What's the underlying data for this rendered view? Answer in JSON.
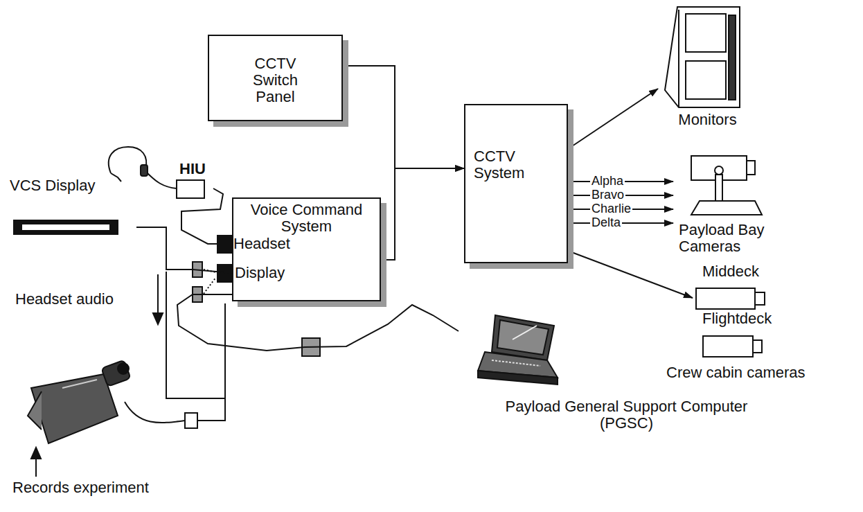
{
  "diagram": {
    "nodes": [
      {
        "text": [
          "CCTV Switch Panel"
        ]
      },
      {
        "text": [
          "Voice Command System"
        ]
      },
      {
        "text": [
          "CCTV System"
        ]
      },
      {
        "text": [
          "Monitors"
        ]
      },
      {
        "text": [
          "Payload Bay Cameras"
        ]
      },
      {
        "text": [
          "Crew cabin cameras"
        ]
      },
      {
        "text": [
          "Middeck"
        ],
        "in": 5
      },
      {
        "text": [
          "Flightdeck"
        ],
        "in": 5
      },
      {
        "text": [
          "VCS Display"
        ]
      },
      {
        "text": [
          "HIU"
        ]
      },
      {
        "text": [
          "Payload General Support Computer (PGSC)"
        ]
      }
    ],
    "edges": [
      {
        "from": 0,
        "to": 2,
        "arrow": "to"
      },
      {
        "from": 1,
        "to": 2,
        "arrow": "to"
      },
      {
        "from": 2,
        "to": 3,
        "arrow": "to"
      },
      {
        "from": 2,
        "to": 4,
        "label": "Alpha",
        "arrow": "to"
      },
      {
        "from": 2,
        "to": 4,
        "label": "Bravo",
        "arrow": "to"
      },
      {
        "from": 2,
        "to": 4,
        "label": "Charlie",
        "arrow": "to"
      },
      {
        "from": 2,
        "to": 4,
        "label": "Delta",
        "arrow": "to"
      },
      {
        "from": 2,
        "to": 6,
        "arrow": "to"
      },
      {
        "from": 9,
        "to": 1,
        "arrow": "none"
      },
      {
        "from": 8,
        "to": 1,
        "arrow": "none"
      },
      {
        "from": 10,
        "to": 1,
        "arrow": "none"
      }
    ],
    "labels": [
      "Headset",
      "Display",
      "Headset audio",
      "Records experiment"
    ]
  }
}
